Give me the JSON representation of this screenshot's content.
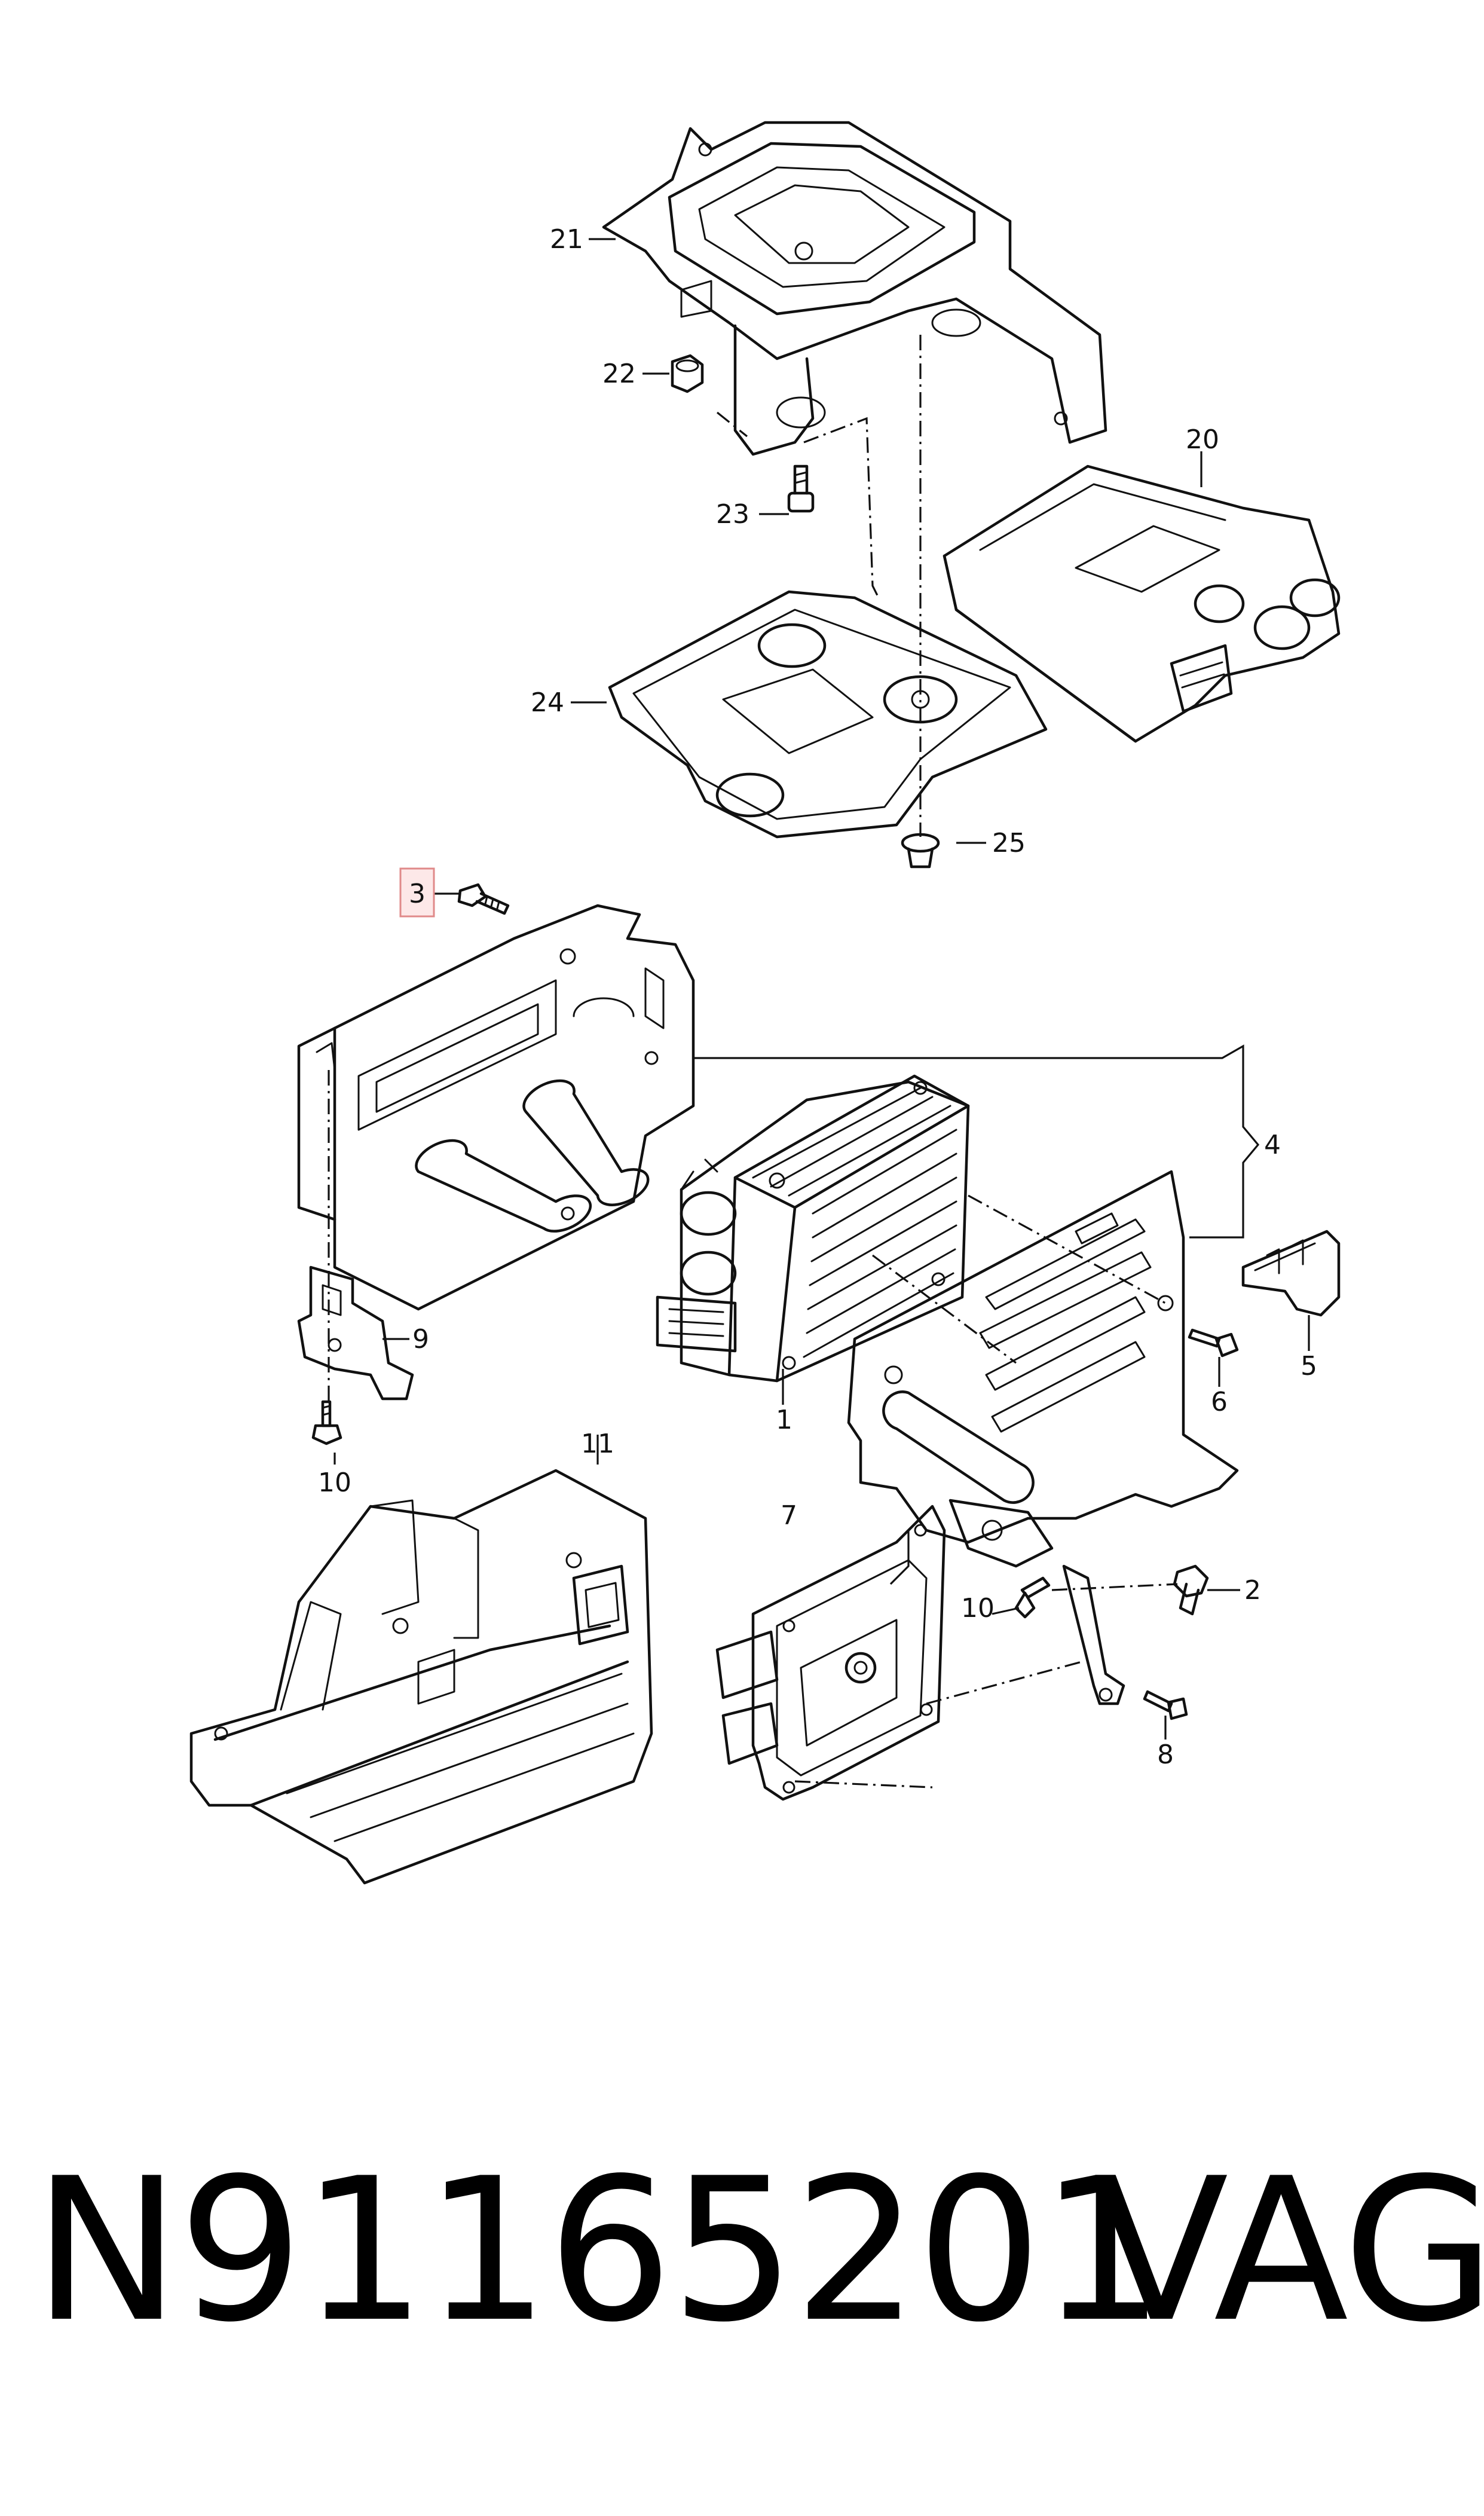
{
  "diagram": {
    "callouts": {
      "c1": "1",
      "c2": "2",
      "c3": "3",
      "c4": "4",
      "c5": "5",
      "c6": "6",
      "c7": "7",
      "c8": "8",
      "c9": "9",
      "c10a": "10",
      "c10b": "10",
      "c11": "11",
      "c20": "20",
      "c21": "21",
      "c22": "22",
      "c23": "23",
      "c24": "24",
      "c25": "25"
    },
    "highlighted_callout": "3",
    "highlight_fill": "#fde8e8",
    "highlight_border": "#e08a8a"
  },
  "footer": {
    "part_number": "N91165201",
    "brand": "VAG"
  }
}
